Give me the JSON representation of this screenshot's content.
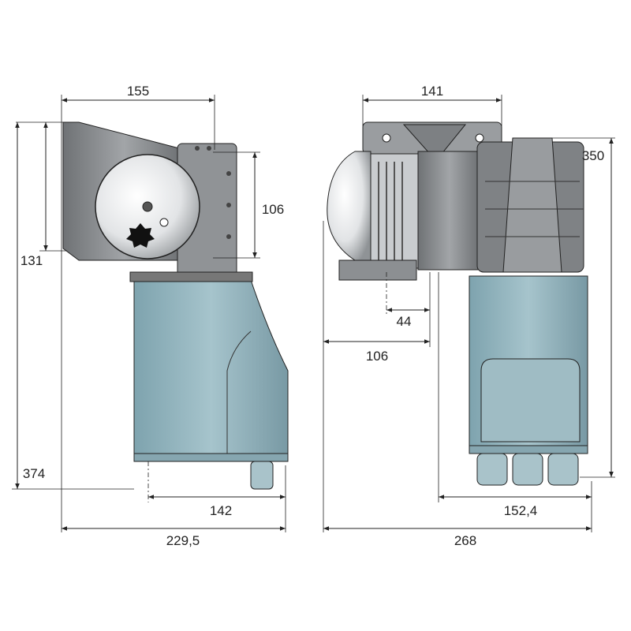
{
  "title": "Windlass dimension drawing",
  "colors": {
    "motor": "#8fb2bd",
    "metal": "#8a8d90",
    "outline": "#222222"
  },
  "dimensions": {
    "left_width_top": "155",
    "right_width_top": "141",
    "right_height": "350",
    "left_gear_height": "106",
    "left_plate_height": "131",
    "left_total_height": "374",
    "right_offset_small": "44",
    "right_offset_large": "106",
    "left_motor_width": "142",
    "right_motor_width": "152,4",
    "left_total_width": "229,5",
    "right_total_width": "268"
  }
}
